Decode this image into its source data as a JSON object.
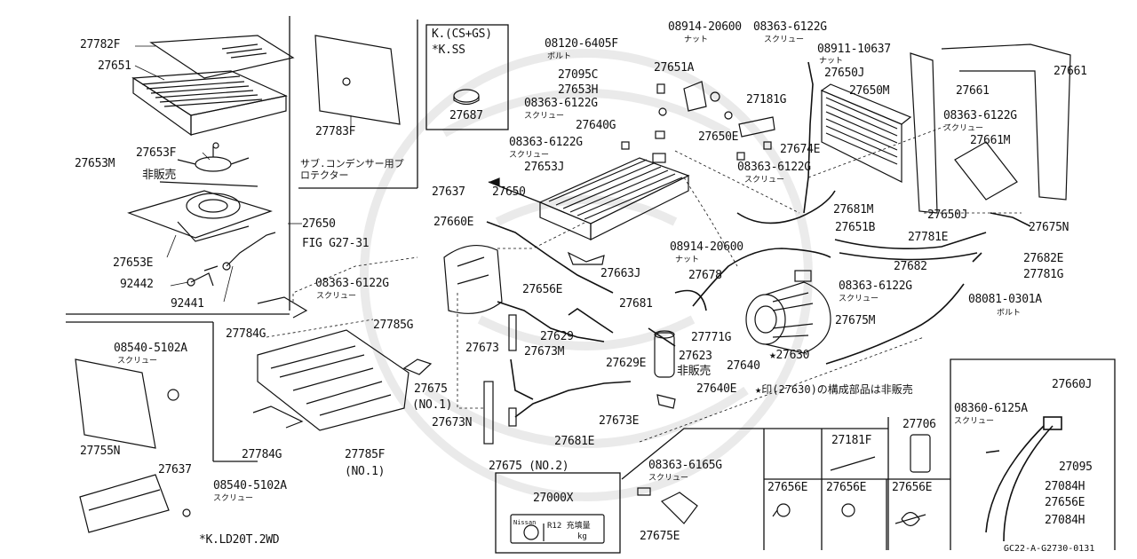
{
  "diagram_code": "GC22-A-G2730-0131",
  "labels": {
    "p27782F": "27782F",
    "p27651": "27651",
    "p27653M": "27653M",
    "p27653F": "27653F",
    "hihanbai1": "非販売",
    "p27653E": "27653E",
    "p92442": "92442",
    "p92441": "92441",
    "p27650_fig": "27650",
    "fig_ref": "FIG G27-31",
    "p27783F": "27783F",
    "protector_note": "サブ.コンデンサー用プロテクター",
    "k_csgs": "K.(CS+GS)",
    "k_ss": "*K.SS",
    "p27687": "27687",
    "bolt_08120": "08120-6405F",
    "bolt_word1": "ボルト",
    "p27095C": "27095C",
    "p27653H": "27653H",
    "sc_08363_a": "08363-6122G",
    "screw_a": "スクリュー",
    "p27640G": "27640G",
    "sc_08363_b": "08363-6122G",
    "screw_b": "スクリュー",
    "p27653J": "27653J",
    "p27651A": "27651A",
    "nut_08914_a": "08914-20600",
    "nut_a": "ナット",
    "sc_08363_c": "08363-6122G",
    "screw_c": "スクリュー",
    "nut_08911": "08911-10637",
    "nut_b": "ナット",
    "p27650J_a": "27650J",
    "p27650M": "27650M",
    "p27181G": "27181G",
    "p27650E": "27650E",
    "p27674E": "27674E",
    "sc_08363_d": "08363-6122G",
    "screw_d": "スクリュー",
    "p27661_a": "27661",
    "p27661_b": "27661",
    "sc_08363_e": "08363-6122G",
    "screw_e": "スクリュー",
    "p27661M": "27661M",
    "p27637_a": "27637",
    "p27650": "27650",
    "p27660E": "27660E",
    "p27681M": "27681M",
    "p27650J_b": "27650J",
    "p27651B": "27651B",
    "p27675N": "27675N",
    "p27663J": "27663J",
    "nut_08914_b": "08914-20600",
    "nut_c": "ナット",
    "p27678": "27678",
    "p27781E": "27781E",
    "p27682": "27682",
    "p27682E": "27682E",
    "p27781G": "27781G",
    "sc_08363_f": "08363-6122G",
    "screw_f": "スクリュー",
    "sc_08363_g": "08363-6122G",
    "screw_g": "スクリュー",
    "bolt_08081": "08081-0301A",
    "bolt_word2": "ボルト",
    "p27656E_a": "27656E",
    "p27681": "27681",
    "p27784G_a": "27784G",
    "p27785G": "27785G",
    "sc_08540_a": "08540-5102A",
    "screw_h": "スクリュー",
    "p27629": "27629",
    "p27673M": "27673M",
    "p27629E": "27629E",
    "p27623": "27623",
    "hihanbai2": "非販売",
    "p27673": "27673",
    "p27771G": "27771G",
    "p27675M": "27675M",
    "star_27630": "★27630",
    "p27640": "27640",
    "p27640E": "27640E",
    "star_note": "★印(27630)の構成部品は非販売",
    "p27675_no1": "27675",
    "no1_a": "(NO.1)",
    "p27673N": "27673N",
    "p27673E": "27673E",
    "p27681E": "27681E",
    "p27755N": "27755N",
    "p27784G_b": "27784G",
    "p27785F": "27785F",
    "no1_b": "(NO.1)",
    "p27675_no2": "27675 (NO.2)",
    "p27637_b": "27637",
    "sc_08540_b": "08540-5102A",
    "screw_i": "スクリュー",
    "k_ld20t": "*K.LD20T.2WD",
    "p27000X": "27000X",
    "label_plate_brand": "Nissan",
    "label_plate_gas": "R12 充填量",
    "label_plate_unit": "kg",
    "sc_08363_6165G": "08363-6165G",
    "screw_j": "スクリュー",
    "p27675E": "27675E",
    "p27181F": "27181F",
    "p27706": "27706",
    "p27656E_b": "27656E",
    "p27656E_c": "27656E",
    "p27656E_d": "27656E",
    "p27660J": "27660J",
    "sc_08360": "08360-6125A",
    "screw_k": "スクリュー",
    "p27095": "27095",
    "p27084H_a": "27084H",
    "p27656E_e": "27656E",
    "p27084H_b": "27084H"
  }
}
